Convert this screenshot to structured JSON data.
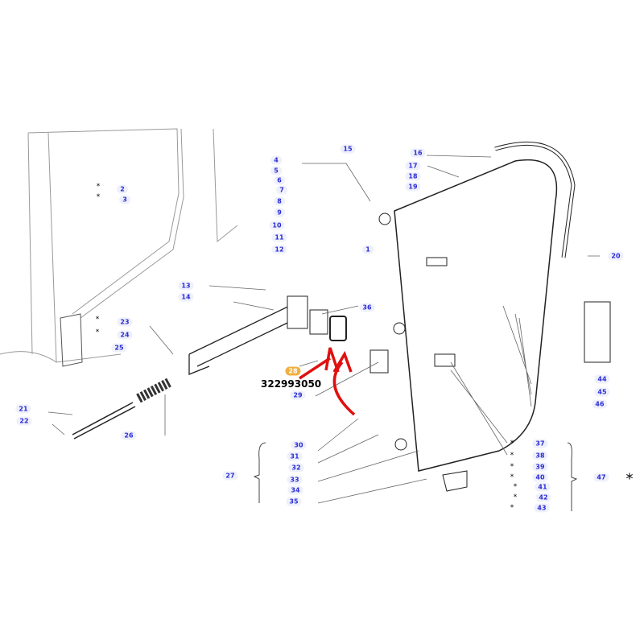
{
  "callouts": [
    "1",
    "2",
    "3",
    "4",
    "5",
    "6",
    "7",
    "8",
    "9",
    "10",
    "11",
    "12",
    "13",
    "14",
    "15",
    "16",
    "17",
    "18",
    "19",
    "20",
    "21",
    "22",
    "23",
    "24",
    "25",
    "26",
    "27",
    "28",
    "29",
    "30",
    "31",
    "32",
    "33",
    "34",
    "35",
    "36",
    "37",
    "38",
    "39",
    "40",
    "41",
    "42",
    "43",
    "44",
    "45",
    "46",
    "47"
  ],
  "highlighted_callout": "28",
  "part_number": "322993050",
  "asterisk": "*",
  "colors": {
    "callout_text": "#2b2bd6",
    "callout_bg": "#eef0fb",
    "highlight": "#f0b040",
    "arrow": "#e01010"
  }
}
